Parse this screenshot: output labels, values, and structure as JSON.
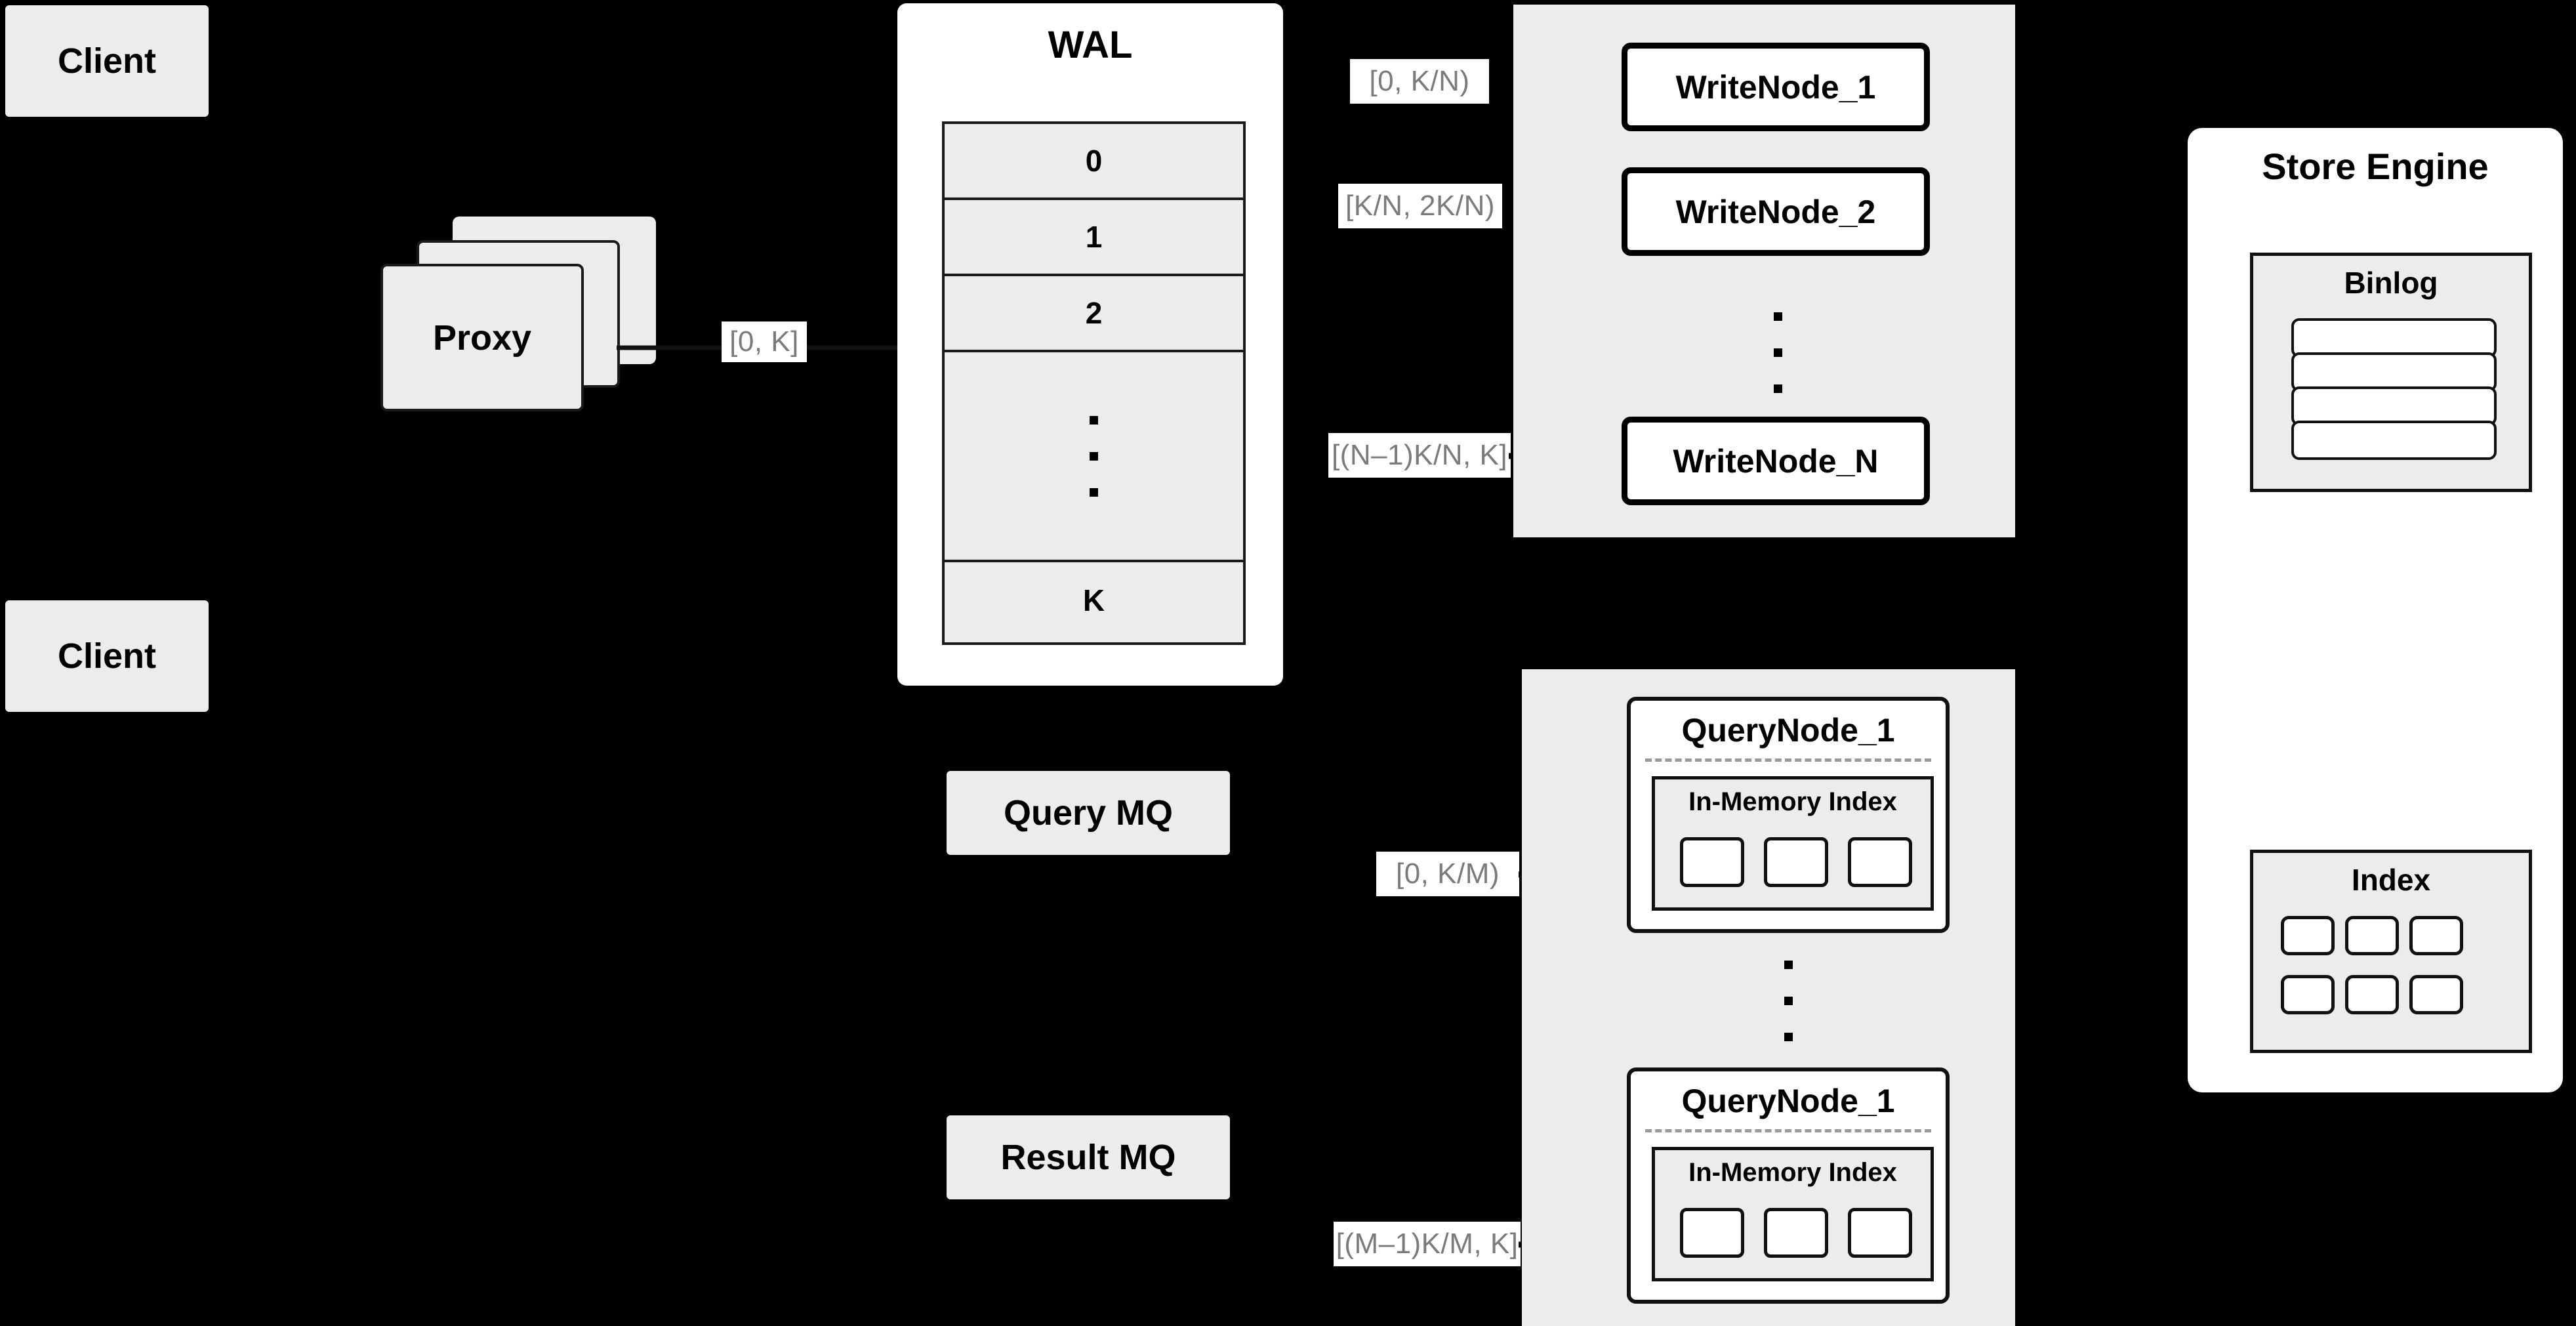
{
  "diagram": {
    "background_color": "#000000",
    "box_fill": "#ececec",
    "panel_fill": "#ffffff",
    "stroke": "#111111",
    "label_text_color": "#7b7b7b"
  },
  "clients": [
    {
      "label": "Client"
    },
    {
      "label": "Client"
    }
  ],
  "proxy": {
    "label": "Proxy",
    "stack_count": 3
  },
  "labels": {
    "proxy_to_wal": "[0, K]",
    "wal_to_write_1": "[0,  K/N)",
    "wal_to_write_2": "[K/N, 2K/N)",
    "wal_to_write_n": "[(N–1)K/N,  K]",
    "mq_to_query_1": "[0, K/M)",
    "mq_to_query_m": "[(M–1)K/M, K]"
  },
  "wal": {
    "title": "WAL",
    "rows": [
      "0",
      "1",
      "2",
      "",
      "K"
    ],
    "ellipsis_row_index": 3
  },
  "write_group": {
    "nodes": [
      {
        "label": "WriteNode_1"
      },
      {
        "label": "WriteNode_2"
      },
      {
        "label": "WriteNode_N"
      }
    ],
    "ellipsis": true
  },
  "queues": [
    {
      "label": "Query MQ"
    },
    {
      "label": "Result MQ"
    }
  ],
  "query_group": {
    "nodes": [
      {
        "title": "QueryNode_1",
        "index": {
          "title": "In-Memory Index",
          "chip_count": 3
        }
      },
      {
        "title": "QueryNode_1",
        "index": {
          "title": "In-Memory Index",
          "chip_count": 3
        }
      }
    ],
    "ellipsis": true
  },
  "store_engine": {
    "title": "Store Engine",
    "binlog": {
      "title": "Binlog",
      "row_count": 4
    },
    "index": {
      "title": "Index",
      "cell_count": 6,
      "columns": 3,
      "rows": 2
    }
  }
}
